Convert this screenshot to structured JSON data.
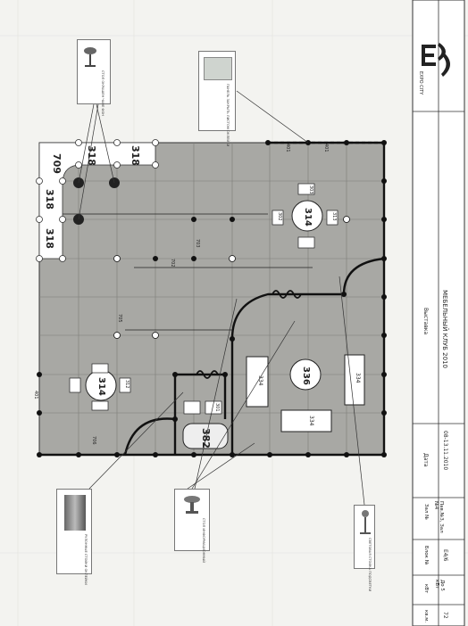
{
  "title_block": {
    "company": "EXPO CITY",
    "event_label": "Выставка",
    "event_name": "МЕБЕЛЬНЫЙ КЛУБ 2010",
    "date_label": "Дата",
    "date_value": "08-13.11.2010",
    "hall_label": "Зал №",
    "hall_value": "Пав.№3, Зал №4",
    "block_label": "Блок №",
    "block_value": "E4/6",
    "kw_label": "кВт",
    "kw_value": "До 5 кВт",
    "sqm_label": "кв.м.",
    "sqm_value": "72"
  },
  "plan_labels": {
    "booth_318_a": "318",
    "booth_318_b": "318",
    "booth_318_c": "318",
    "booth_318_d": "318",
    "booth_709": "709",
    "booth_314_top": "314",
    "booth_314_bottom": "314",
    "booth_336": "336",
    "booth_334_a": "334",
    "booth_334_b": "334",
    "booth_334_c": "334",
    "booth_382": "382",
    "booth_401_top": "401",
    "booth_401_left": "401",
    "booth_401_corner": "401",
    "booth_303": "303",
    "booth_302": "302",
    "booth_301": "301",
    "booth_313": "313",
    "booth_312": "312",
    "booth_703": "703",
    "booth_702": "702",
    "booth_705": "705",
    "booth_706": "706"
  },
  "callouts": {
    "top_left_caption": "СТОЛ ОКРАШЕН ЧАНЕ ФОН",
    "top_right_caption": "ПАНЕЛЬ ЗАКРЫТЬ ЛИСТОМ ОКЛЕЙКИ",
    "bottom_left_caption": "РУЛОННЫЕ СТОЙКИ ОКЛЕЙКИ",
    "bottom_center_caption": "СТОЛ ИНФОРМАЦИОННЫЙ",
    "bottom_right_caption": "СВЕТОВАЯ СТОЙКА ПОДСВЕТКИ"
  }
}
